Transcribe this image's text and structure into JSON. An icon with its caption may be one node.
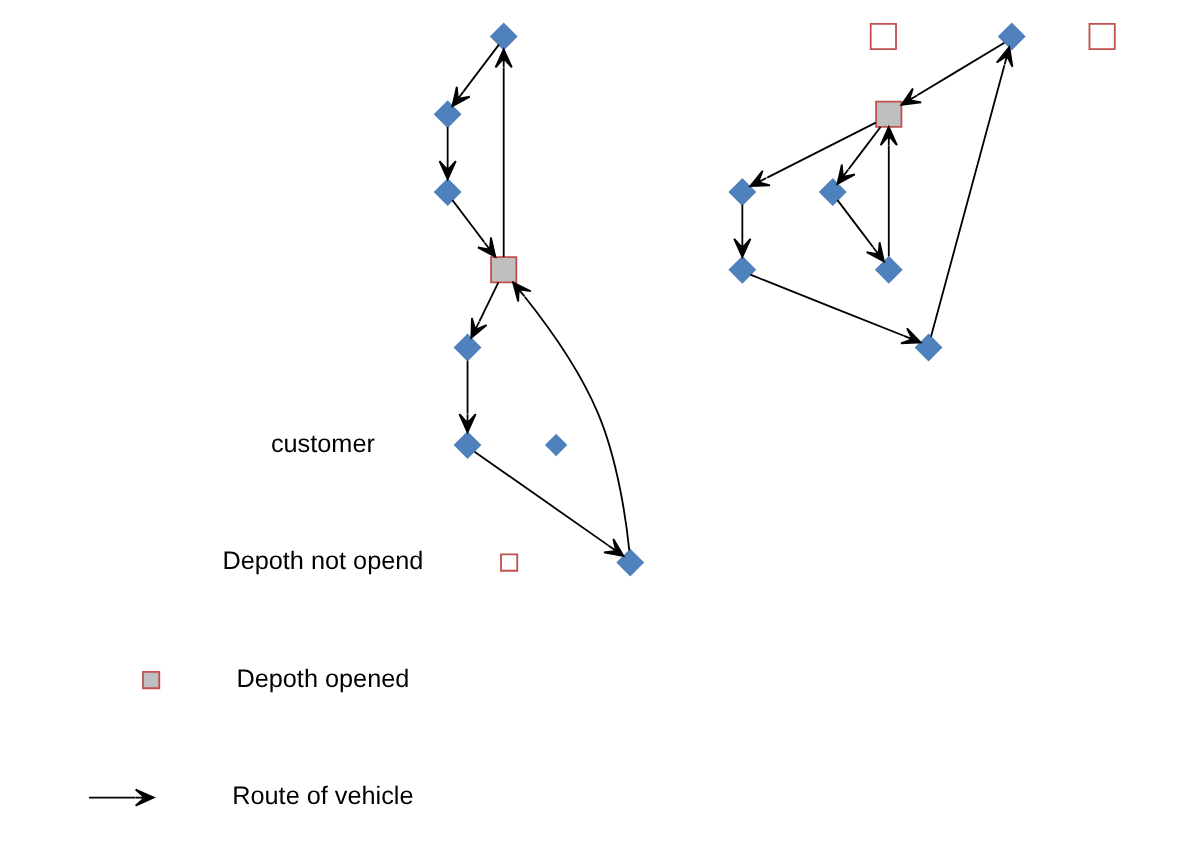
{
  "diagram": {
    "nodes": [
      {
        "text": [],
        "shape": "diamond"
      },
      {
        "text": [],
        "shape": "box"
      },
      {
        "text": [],
        "shape": "diamond"
      },
      {
        "text": [],
        "shape": "diamond"
      },
      {
        "text": [],
        "shape": "box"
      },
      {
        "text": [],
        "shape": "diamond"
      },
      {
        "text": [],
        "shape": "diamond"
      },
      {
        "text": [],
        "shape": "diamond"
      },
      {
        "text": [],
        "shape": "diamond"
      },
      {
        "text": [],
        "shape": "diamond"
      },
      {
        "text": [],
        "shape": "diamond"
      },
      {
        "text": [],
        "shape": "diamond"
      },
      {
        "text": [],
        "shape": "diamond"
      },
      {
        "text": [],
        "shape": "box"
      },
      {
        "text": [],
        "shape": "box"
      },
      {
        "text": [],
        "shape": "diamond"
      }
    ],
    "edges": [
      {
        "from": 4,
        "to": 0,
        "arrow": "to"
      },
      {
        "from": 0,
        "to": 2,
        "arrow": "to"
      },
      {
        "from": 2,
        "to": 5,
        "arrow": "to"
      },
      {
        "from": 5,
        "to": 4,
        "arrow": "to"
      },
      {
        "from": 4,
        "to": 3,
        "arrow": "to"
      },
      {
        "from": 3,
        "to": 10,
        "arrow": "to"
      },
      {
        "from": 10,
        "to": 6,
        "arrow": "to"
      },
      {
        "from": 6,
        "to": 4,
        "arrow": "to"
      },
      {
        "from": 13,
        "to": 11,
        "arrow": "to"
      },
      {
        "from": 11,
        "to": 8,
        "arrow": "to"
      },
      {
        "from": 8,
        "to": 9,
        "arrow": "to"
      },
      {
        "from": 9,
        "to": 7,
        "arrow": "to"
      },
      {
        "from": 7,
        "to": 13,
        "arrow": "to"
      },
      {
        "from": 13,
        "to": 12,
        "arrow": "to"
      },
      {
        "from": 12,
        "to": 15,
        "arrow": "to"
      },
      {
        "from": 15,
        "to": 13,
        "arrow": "to"
      }
    ],
    "legend": [
      {
        "text": "customer"
      },
      {
        "text": "Depoth not opend"
      },
      {
        "text": "Depoth opened"
      },
      {
        "text": "Route of vehicle"
      }
    ]
  }
}
